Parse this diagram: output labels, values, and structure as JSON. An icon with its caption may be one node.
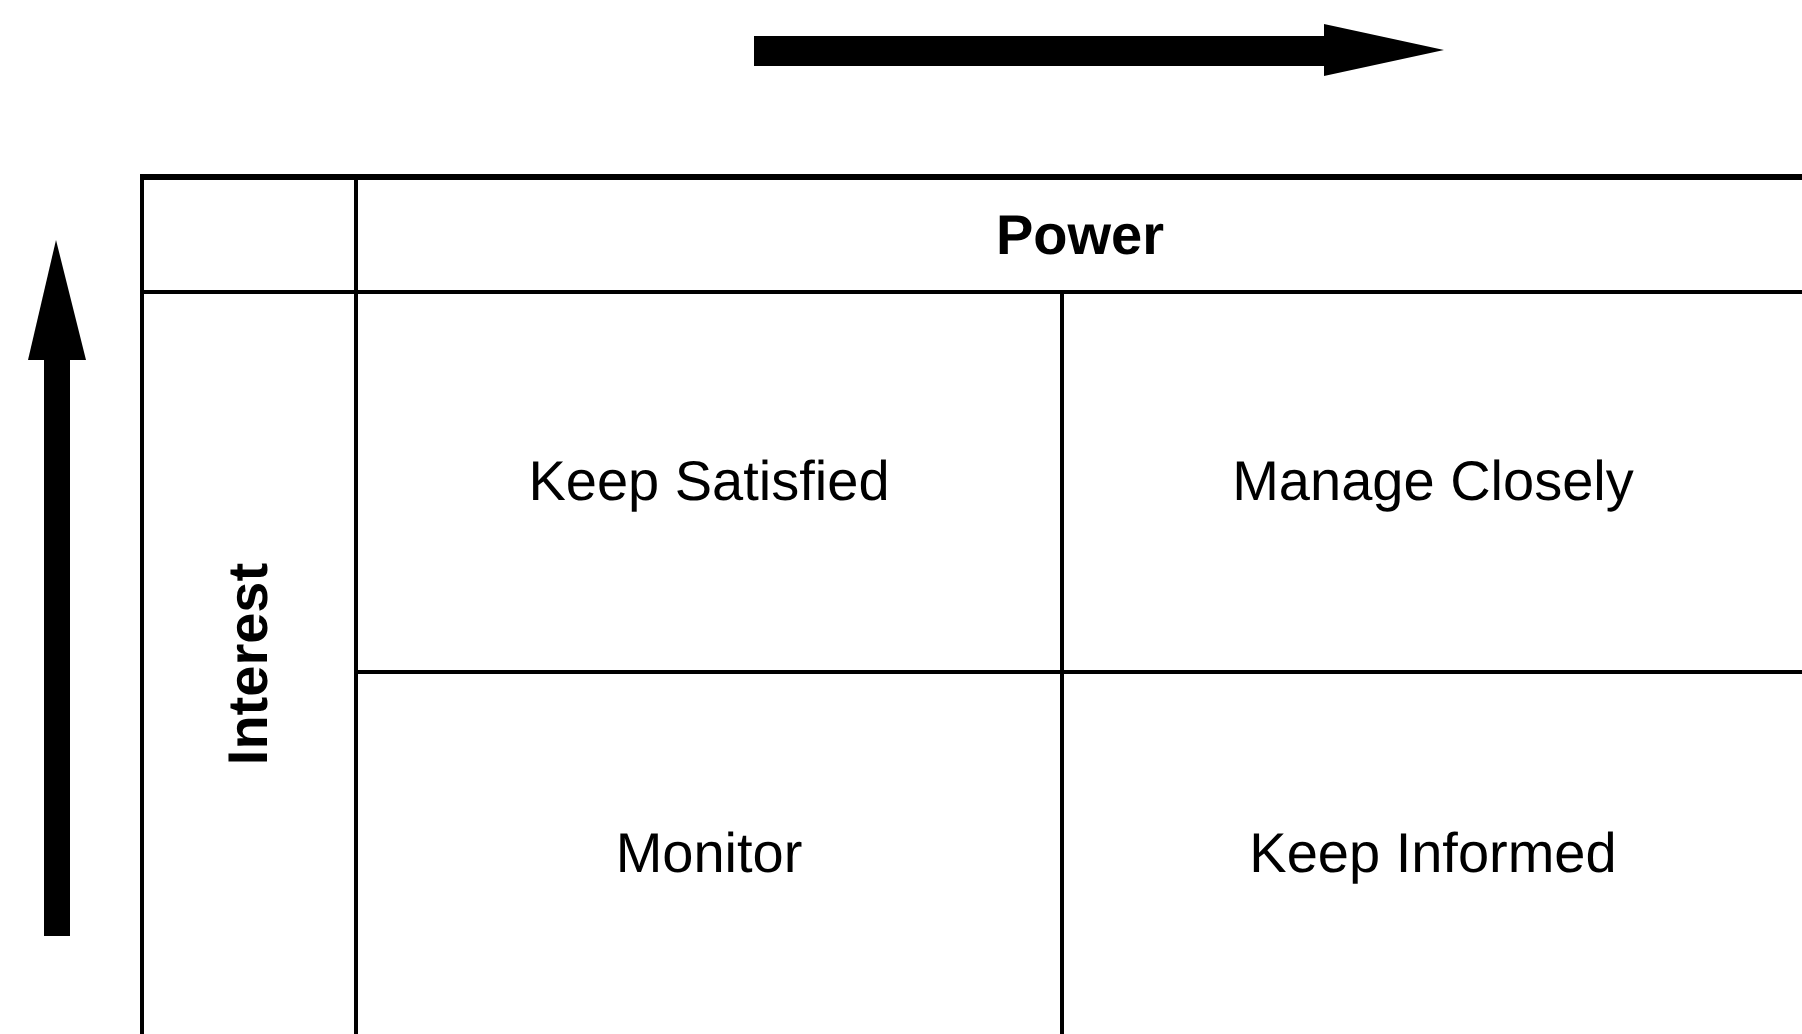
{
  "diagram": {
    "nodes": [
      {
        "text": [
          "Power"
        ]
      },
      {
        "text": [
          "Interest"
        ]
      },
      {
        "text": [
          "Keep Satisfied"
        ]
      },
      {
        "text": [
          "Manage Closely"
        ]
      },
      {
        "text": [
          "Monitor"
        ]
      },
      {
        "text": [
          "Keep Informed"
        ]
      }
    ]
  }
}
